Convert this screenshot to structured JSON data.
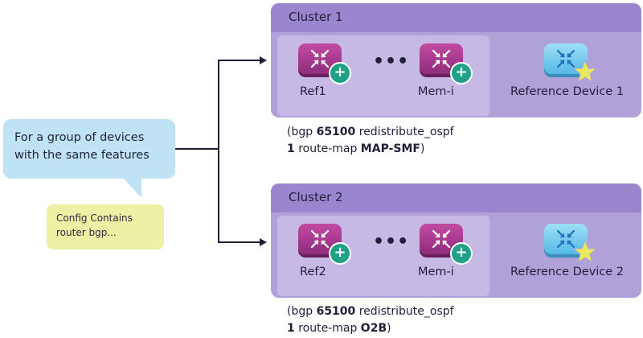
{
  "group_note": {
    "line1": "For a group of devices",
    "line2": "with the same features"
  },
  "config_note": {
    "line1": "Config Contains",
    "line2": "router bgp..."
  },
  "clusters": [
    {
      "title": "Cluster 1",
      "ref_label": "Ref1",
      "member_label": "Mem-i",
      "reference_label": "Reference Device 1",
      "ellipsis": "•••",
      "config": {
        "open": "(bgp ",
        "asn": "65100",
        "mid": " redistribute_ospf",
        "num": "1",
        "rm": " route-map ",
        "map": "MAP-SMF",
        "close": ")"
      }
    },
    {
      "title": "Cluster 2",
      "ref_label": "Ref2",
      "member_label": "Mem-i",
      "reference_label": "Reference Device 2",
      "ellipsis": "•••",
      "config": {
        "open": "(bgp ",
        "asn": "65100",
        "mid": " redistribute_ospf",
        "num": "1",
        "rm": " route-map ",
        "map": "O2B",
        "close": ")"
      }
    }
  ],
  "colors": {
    "cluster_fill": "#b1a1d9",
    "cluster_header": "#9a86cf",
    "member_fill": "#c6b9e6",
    "router_purple": "#a83c92",
    "router_blue": "#7dcdf0",
    "plus_badge": "#1fa087",
    "star": "#e8e85a",
    "note_blue": "#bfe3f4",
    "note_yellow": "#eef0a6"
  },
  "icons": [
    "router-icon",
    "plus-icon",
    "star-icon",
    "arrow-right-icon"
  ]
}
